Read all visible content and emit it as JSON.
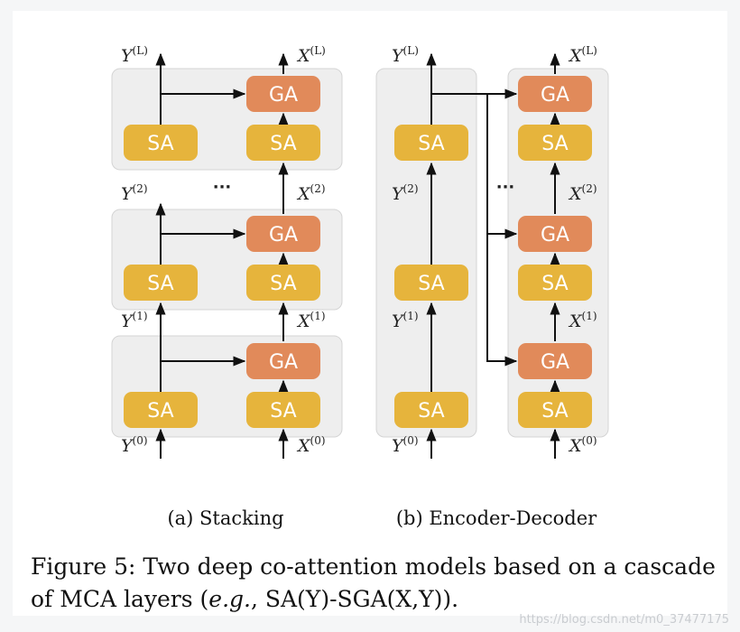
{
  "labels": {
    "sa": "SA",
    "ga": "GA",
    "dots": "···",
    "y_var": "Y",
    "x_var": "X",
    "sup_0": "(0)",
    "sup_1": "(1)",
    "sup_2": "(2)",
    "sup_L": "(L)"
  },
  "subcaption_a": "(a) Stacking",
  "subcaption_b": "(b) Encoder-Decoder",
  "caption": {
    "line1": "Figure 5: Two deep co-attention models based on a cascade",
    "line2_prefix": "of MCA layers (",
    "line2_italic": "e.g.",
    "line2_suffix": ", SA(Y)-SGA(X,Y))."
  },
  "watermark": "https://blog.csdn.net/m0_37477175",
  "colors": {
    "sa": "#e6b43c",
    "ga": "#e18a5a",
    "panel": "#eeeeee",
    "panel_border": "#d4d4d4",
    "arrow": "#111111"
  }
}
